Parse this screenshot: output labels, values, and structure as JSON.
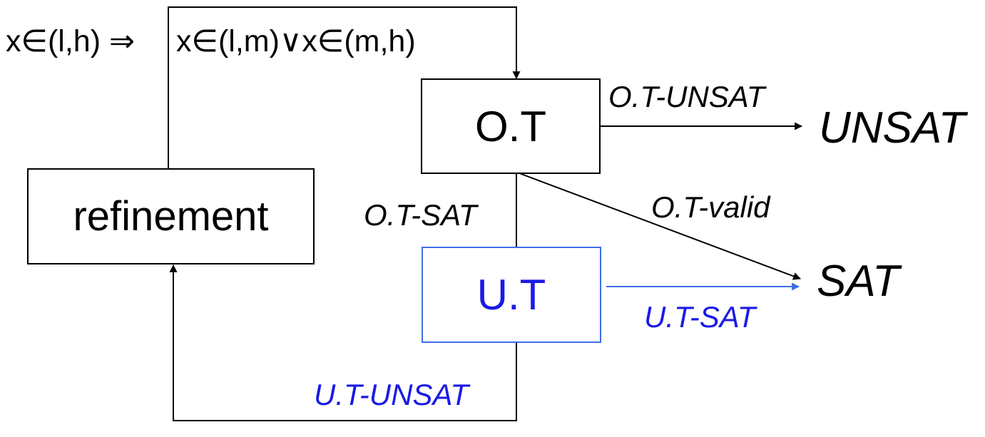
{
  "colors": {
    "black": "#000000",
    "blue": "#1a1ae6",
    "blue_border": "#3d6ee8"
  },
  "refinement_rule": {
    "left": "x∈(l,h) ⇒",
    "right": "x∈(l,m)∨x∈(m,h)"
  },
  "nodes": {
    "ot": "O.T",
    "ut": "U.T",
    "refinement": "refinement",
    "unsat": "UNSAT",
    "sat": "SAT"
  },
  "edges": {
    "ot_unsat": "O.T-UNSAT",
    "ot_valid": "O.T-valid",
    "ot_sat": "O.T-SAT",
    "ut_sat": "U.T-SAT",
    "ut_unsat": "U.T-UNSAT"
  }
}
